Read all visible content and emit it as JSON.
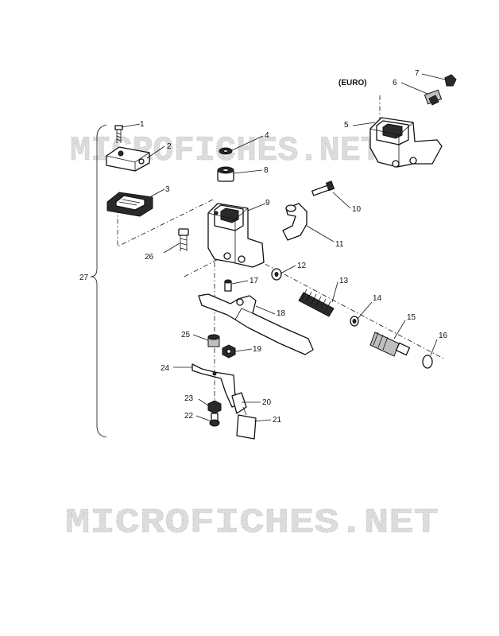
{
  "diagram": {
    "variant_label": "(EURO)",
    "watermark_top": "MICROFICHES.NET",
    "watermark_bottom": "MICROFICHES.NET",
    "group_label": "27",
    "callouts": [
      "1",
      "2",
      "3",
      "4",
      "5",
      "6",
      "7",
      "8",
      "9",
      "10",
      "11",
      "12",
      "13",
      "14",
      "15",
      "16",
      "17",
      "18",
      "19",
      "20",
      "21",
      "22",
      "23",
      "24",
      "25",
      "26"
    ]
  }
}
